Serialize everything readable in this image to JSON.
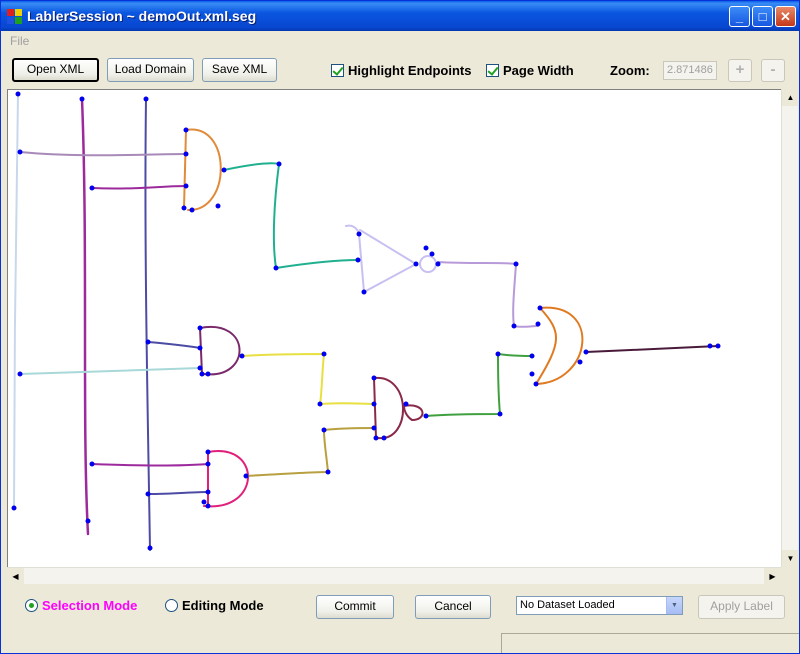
{
  "window": {
    "title": "LablerSession ~ demoOut.xml.seg",
    "controls": {
      "minimize": "_",
      "maximize": "□",
      "close": "✕"
    }
  },
  "menu": {
    "file": "File"
  },
  "toolbar": {
    "open_xml": "Open XML",
    "load_domain": "Load Domain",
    "save_xml": "Save XML",
    "highlight_endpoints": "Highlight Endpoints",
    "highlight_endpoints_checked": true,
    "page_width": "Page Width",
    "page_width_checked": true,
    "zoom_label": "Zoom:",
    "zoom_value": "2.871486",
    "zoom_in": "+",
    "zoom_out": "-"
  },
  "icons": {
    "app": "app-icon",
    "scroll_up": "▲",
    "scroll_down": "▼",
    "scroll_left": "◀",
    "scroll_right": "▶"
  },
  "bottom": {
    "selection_mode": "Selection Mode",
    "selection_mode_selected": true,
    "editing_mode": "Editing Mode",
    "commit": "Commit",
    "cancel": "Cancel",
    "dataset_select": "No Dataset Loaded",
    "apply_label": "Apply Label"
  },
  "colors": {
    "accent_selection": "#ff00ff",
    "endpoint": "#0000ff",
    "titlebar": "#0a56e0"
  }
}
